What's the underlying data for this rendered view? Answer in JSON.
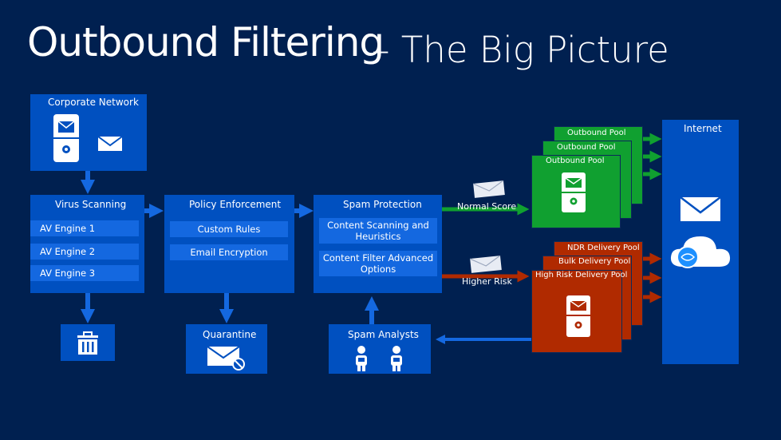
{
  "title": {
    "main": "Outbound Filtering",
    "sub": "– The Big Picture"
  },
  "corporate_network": {
    "label": "Corporate Network"
  },
  "internet": {
    "label": "Internet"
  },
  "outbound_pools": [
    "Outbound Pool",
    "Outbound Pool",
    "Outbound Pool"
  ],
  "risk_pools": [
    "NDR Delivery Pool",
    "Bulk Delivery Pool",
    "High Risk Delivery Pool"
  ],
  "virus_scanning": {
    "title": "Virus Scanning",
    "items": [
      "AV Engine 1",
      "AV Engine 2",
      "AV Engine 3"
    ]
  },
  "policy_enforcement": {
    "title": "Policy Enforcement",
    "items": [
      "Custom Rules",
      "Email Encryption"
    ]
  },
  "spam_protection": {
    "title": "Spam Protection",
    "items": [
      "Content Scanning and Heuristics",
      "Content Filter Advanced Options"
    ]
  },
  "scores": {
    "normal": "Normal Score",
    "higher": "Higher Risk"
  },
  "quarantine": {
    "label": "Quarantine"
  },
  "spam_analysts": {
    "label": "Spam Analysts"
  },
  "colors": {
    "background": "#002050",
    "box_blue": "#0050c0",
    "item_blue": "#1468e0",
    "green_pool": "#10a030",
    "red_pool": "#b02a00"
  }
}
